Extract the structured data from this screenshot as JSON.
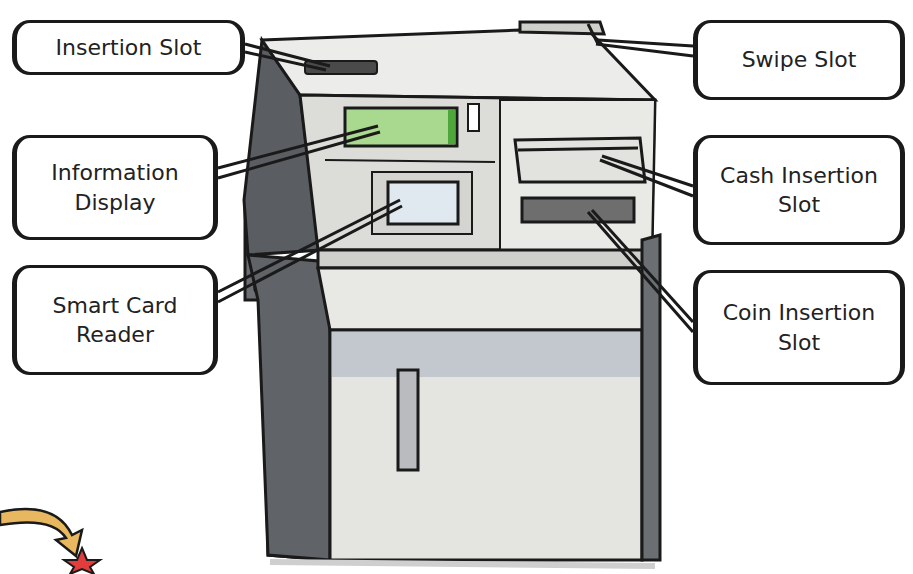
{
  "diagram": {
    "nodes": [
      {
        "text": [
          "Insertion Slot"
        ]
      },
      {
        "text": [
          "Swipe Slot"
        ]
      },
      {
        "text": [
          "Information Display"
        ]
      },
      {
        "text": [
          "Cash Insertion Slot"
        ]
      },
      {
        "text": [
          "Smart Card Reader"
        ]
      },
      {
        "text": [
          "Coin Insertion Slot"
        ]
      }
    ]
  }
}
